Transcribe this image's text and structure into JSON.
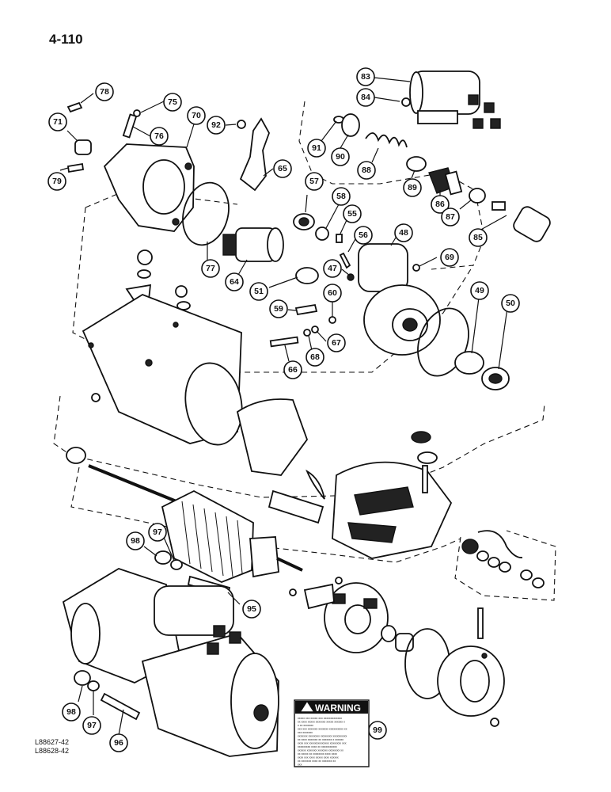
{
  "page": {
    "number": "4-110"
  },
  "callouts": [
    {
      "id": "83"
    },
    {
      "id": "84"
    },
    {
      "id": "78"
    },
    {
      "id": "75"
    },
    {
      "id": "70"
    },
    {
      "id": "92"
    },
    {
      "id": "71"
    },
    {
      "id": "76"
    },
    {
      "id": "91"
    },
    {
      "id": "90"
    },
    {
      "id": "88"
    },
    {
      "id": "65"
    },
    {
      "id": "89"
    },
    {
      "id": "86"
    },
    {
      "id": "79"
    },
    {
      "id": "57"
    },
    {
      "id": "58"
    },
    {
      "id": "87"
    },
    {
      "id": "55"
    },
    {
      "id": "56"
    },
    {
      "id": "85"
    },
    {
      "id": "48"
    },
    {
      "id": "69"
    },
    {
      "id": "77"
    },
    {
      "id": "64"
    },
    {
      "id": "47"
    },
    {
      "id": "51"
    },
    {
      "id": "49"
    },
    {
      "id": "50"
    },
    {
      "id": "60"
    },
    {
      "id": "59"
    },
    {
      "id": "67"
    },
    {
      "id": "68"
    },
    {
      "id": "66"
    },
    {
      "id": "98"
    },
    {
      "id": "97"
    },
    {
      "id": "95"
    },
    {
      "id": "98"
    },
    {
      "id": "97"
    },
    {
      "id": "96"
    },
    {
      "id": "99"
    }
  ],
  "warning_label": {
    "title": "WARNING",
    "body_lines": [
      "xxxxx xxx xxxxx xxx xxxxxxxxxxxxx",
      "xx xxxx xxxxx xxxxxxx xxxxx xxxxxx x",
      "x xx xxxxxxx",
      "xxx xxx xxxxxxx xxxxxxx xxxxxxxxxx xx",
      "xxx xxxxxxx",
      "xxxxxxx xxxxxxxx xxxxxxxx xxxxxxxxxx",
      "xx xxxx xxxxxxx xx xxxxxxx x xxxxxx",
      "xxxx xxx xxxxxxxxxxxxxx xxxxxxxx xxx",
      "xxxxxxxxx xxxx xx xxxxxxxxxxx",
      "xxxxxx xxxxxxx xxxxxxx xxxxxxxx xx",
      "xx xxxxx xx xxxxxxxx xxxx xxxx",
      "xxxx xxx xxxx xxxxx xxxx xxxxxx",
      "xx xxxxxxx xxxx xx xxxxxxx xx",
      "xxx"
    ]
  },
  "reference_codes": [
    "L88627-42",
    "L88628-42"
  ],
  "colors": {
    "ink": "#111111",
    "paper": "#ffffff"
  }
}
